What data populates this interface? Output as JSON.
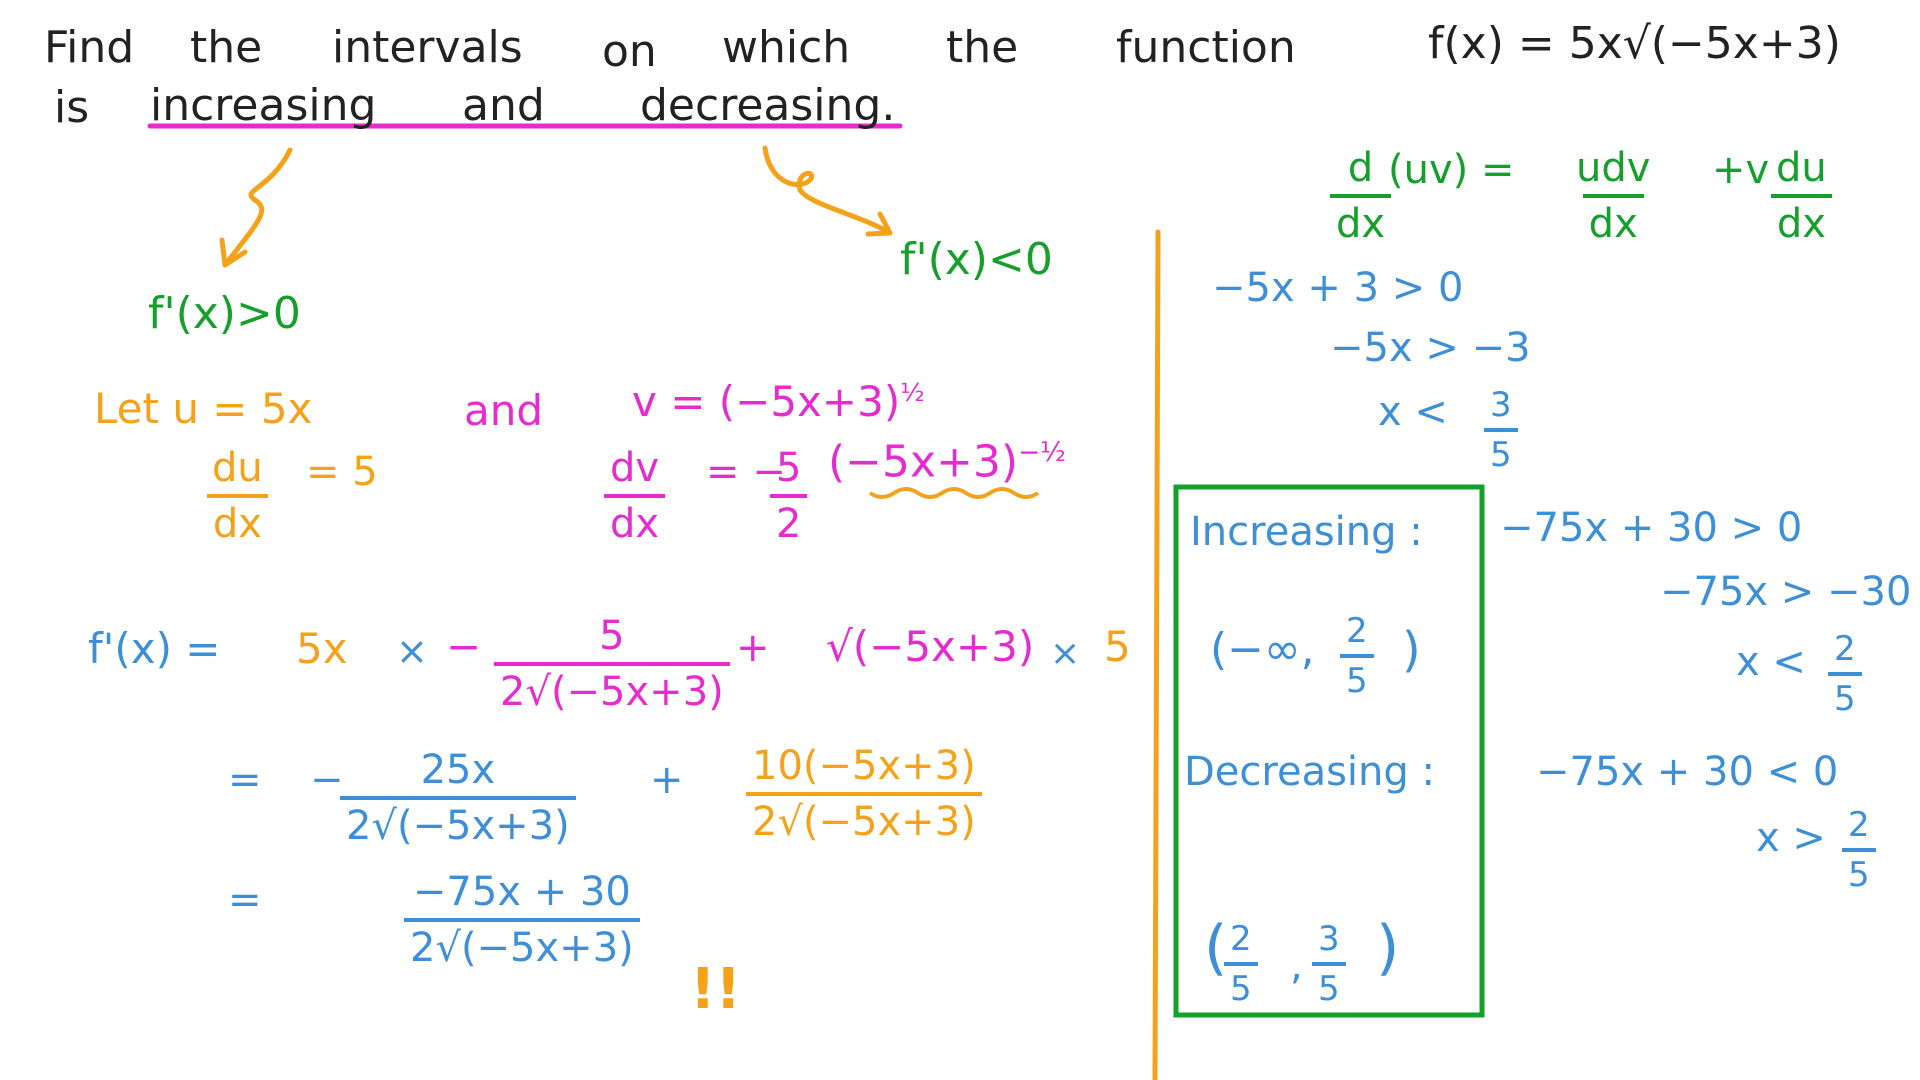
{
  "problem": {
    "words": [
      "Find",
      "the",
      "intervals",
      "on",
      "which",
      "the",
      "function"
    ],
    "function": "f(x) = 5x√(−5x+3)",
    "line2": [
      "is",
      "increasing",
      "and",
      "decreasing."
    ]
  },
  "derivative_conditions": {
    "increasing": "f'(x)>0",
    "decreasing": "f'(x)<0"
  },
  "product_rule": {
    "lhs_num": "d",
    "lhs_tail": "(uv) =",
    "lhs_den": "dx",
    "t1_num": "udv",
    "t1_den": "dx",
    "plus": "+v",
    "t2_num": "du",
    "t2_den": "dx"
  },
  "substitution": {
    "let_u": "Let  u = 5x",
    "du_num": "du",
    "du_den": "dx",
    "du_val": "= 5",
    "and": "and",
    "v_def": "v = (−5x+3)",
    "v_exp": "½",
    "dv_num": "dv",
    "dv_den": "dx",
    "dv_eq": "= −",
    "dv_coef_num": "5",
    "dv_coef_den": "2",
    "dv_base": "(−5x+3)",
    "dv_exp": "−½"
  },
  "derivation": {
    "fprime": "f'(x) =",
    "line1_u": "5x",
    "line1_times": "×",
    "line1_minus": "−",
    "line1_num": "5",
    "line1_den": "2√(−5x+3)",
    "line1_plus": "+",
    "line1_sqrt": "√(−5x+3)",
    "line1_times2": "×",
    "line1_five": "5",
    "eq": "=",
    "line2_minus": "−",
    "line2_num": "25x",
    "line2_den": "2√(−5x+3)",
    "line2_plus": "+",
    "line2_num2": "10(−5x+3)",
    "line2_den2": "2√(−5x+3)",
    "eq2": "=",
    "line3_num": "−75x + 30",
    "line3_den": "2√(−5x+3)",
    "exclaim": "!!"
  },
  "domain": {
    "l1": "−5x + 3 > 0",
    "l2": "−5x > −3",
    "l3_lhs": "x <",
    "l3_num": "3",
    "l3_den": "5"
  },
  "results": {
    "increasing_label": "Increasing :",
    "increasing_interval_open": "(−∞,",
    "inc_num": "2",
    "inc_den": "5",
    "increasing_interval_close": ")",
    "decreasing_label": "Decreasing :",
    "dec_open": "(",
    "dec_a_num": "2",
    "dec_a_den": "5",
    "dec_comma": ",",
    "dec_b_num": "3",
    "dec_b_den": "5",
    "dec_close": ")"
  },
  "inequalities": {
    "inc1": "−75x + 30 > 0",
    "inc2": "−75x > −30",
    "inc3_lhs": "x <",
    "inc3_num": "2",
    "inc3_den": "5",
    "dec1": "−75x + 30 < 0",
    "dec2_lhs": "x >",
    "dec2_num": "2",
    "dec2_den": "5"
  },
  "colors": {
    "ink": "#222222",
    "green": "#14a02a",
    "orange": "#f5a21b",
    "magenta": "#e62bd0",
    "blue": "#3d8fd8"
  }
}
